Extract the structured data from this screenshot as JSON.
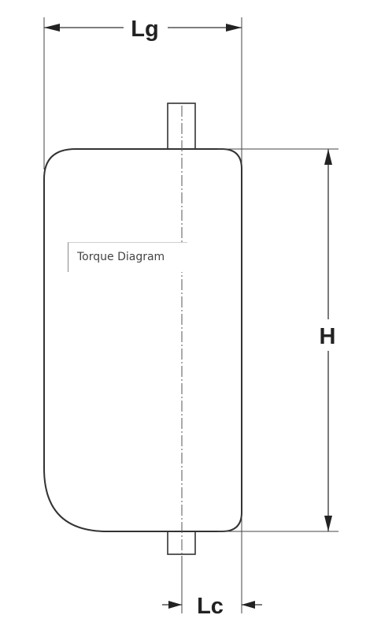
{
  "diagram": {
    "dimension_labels": {
      "overall_width": "Lg",
      "height": "H",
      "connection_offset": "Lc"
    },
    "image_alt_text": "Torque Diagram"
  }
}
